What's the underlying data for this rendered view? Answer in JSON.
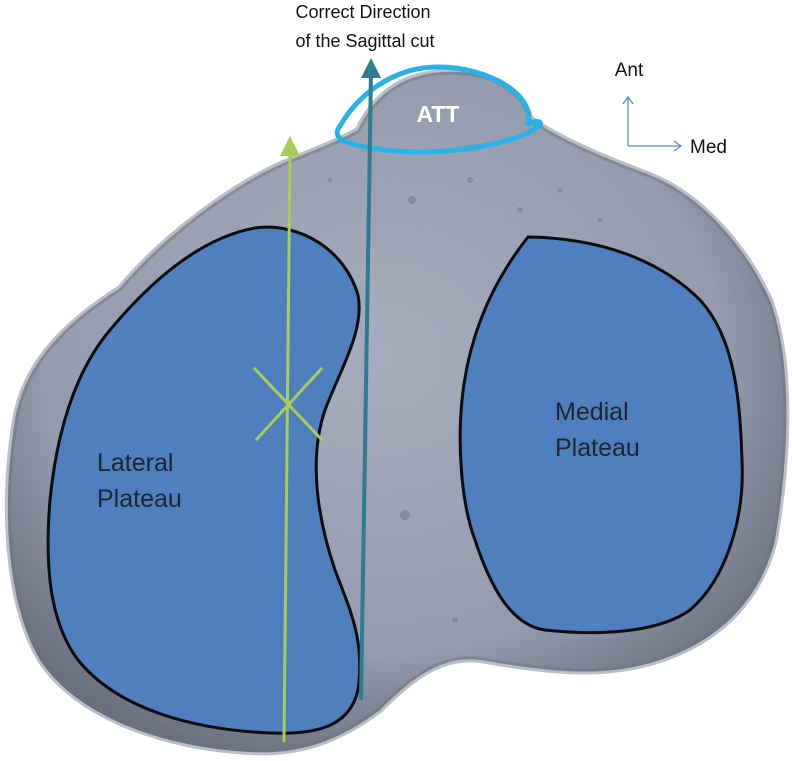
{
  "labels": {
    "sagittal_direction_line1": "Correct Direction",
    "sagittal_direction_line2": "of the Sagittal cut",
    "att": "ATT",
    "anterior": "Ant",
    "medial": "Med",
    "lateral_plateau_line1": "Lateral",
    "lateral_plateau_line2": "Plateau",
    "medial_plateau_line1": "Medial",
    "medial_plateau_line2": "Plateau"
  },
  "colors": {
    "background": "#ffffff",
    "bone": "#8e96a8",
    "bone_shadow": "#5c6272",
    "plateau_fill": "#4f7fbe",
    "plateau_outline": "#0d0d0d",
    "att_outline": "#27b3e6",
    "green_line": "#a9cd5a",
    "teal_arrow": "#2f7c92",
    "orientation_arrows": "#5b8fd0"
  },
  "icons": {
    "sagittal_arrow": "arrow-up-icon",
    "orientation_axes": "axes-icon",
    "cross_mark": "x-mark-icon"
  }
}
